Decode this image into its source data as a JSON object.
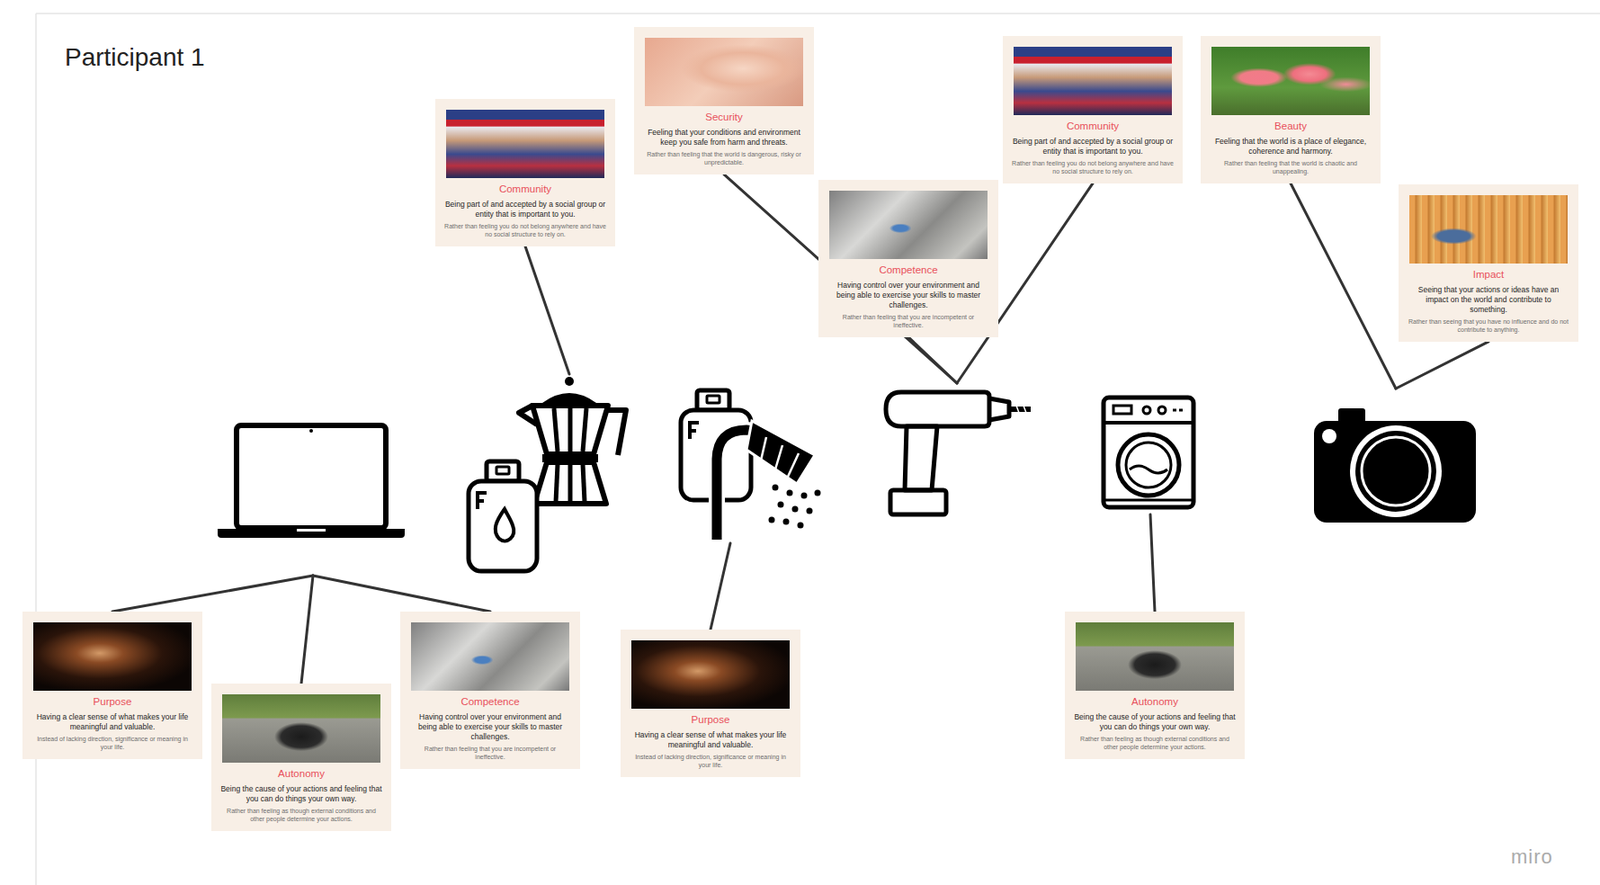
{
  "diagram": {
    "title": "Participant 1",
    "nodes": [
      {
        "text": [
          "Purpose",
          "Having a clear sense of what makes your life meaningful and valuable.",
          "Instead of lacking direction, significance or meaning in your life."
        ]
      },
      {
        "text": [
          "Competence",
          "Having control over your environment and being able to exercise your skills to master challenges.",
          "Rather than feeling that you are incompetent or ineffective."
        ]
      },
      {
        "text": [
          "Autonomy",
          "Being the cause of your actions and feeling that you can do things your own way.",
          "Rather than feeling as though external conditions and other people determine your actions."
        ]
      },
      {
        "text": [
          "Community",
          "Being part of and accepted by a social group or entity that is important to you.",
          "Rather than feeling you do not belong anywhere and have no social structure to rely on."
        ]
      },
      {
        "text": [
          "Purpose",
          "Having a clear sense of what makes your life meaningful and valuable.",
          "Instead of lacking direction, significance or meaning in your life."
        ]
      },
      {
        "text": [
          "Security",
          "Feeling that your conditions and environment keep you safe from harm and threats.",
          "Rather than feeling that the world is dangerous, risky or unpredictable."
        ]
      },
      {
        "text": [
          "Competence",
          "Having control over your environment and being able to exercise your skills to master challenges.",
          "Rather than feeling that you are incompetent or ineffective."
        ]
      },
      {
        "text": [
          "Community",
          "Being part of and accepted by a social group or entity that is important to you.",
          "Rather than feeling you do not belong anywhere and have no social structure to rely on."
        ]
      },
      {
        "text": [
          "Autonomy",
          "Being the cause of your actions and feeling that you can do things your own way.",
          "Rather than feeling as though external conditions and other people determine your actions."
        ]
      },
      {
        "text": [
          "Beauty",
          "Feeling that the world is a place of elegance, coherence and harmony.",
          "Rather than feeling that the world is chaotic and unappealing."
        ]
      },
      {
        "text": [
          "Impact",
          "Seeing that your actions or ideas have an impact on the world and contribute to something.",
          "Rather than seeing that you have no influence and do not contribute to anything."
        ]
      }
    ],
    "labels": [
      "miro"
    ]
  }
}
